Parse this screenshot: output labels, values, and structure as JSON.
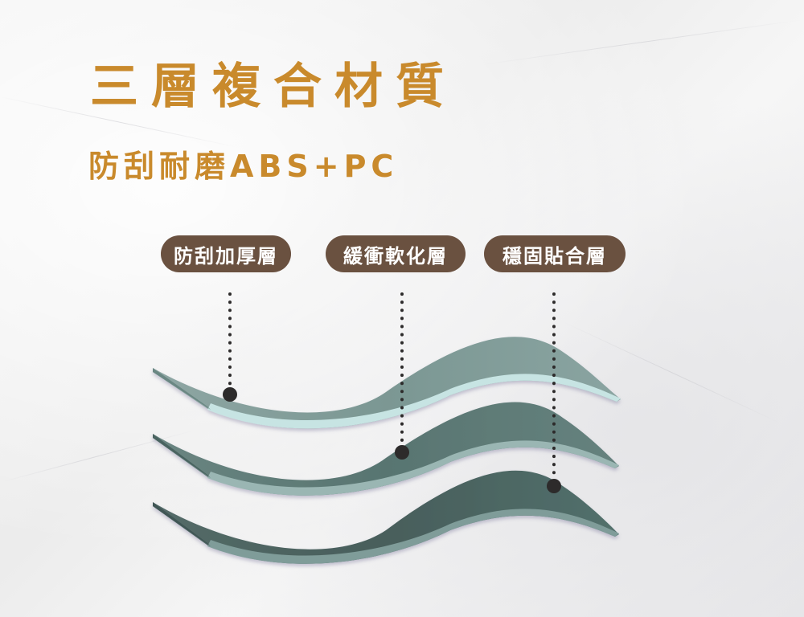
{
  "heading": {
    "title": "三層複合材質",
    "subtitle": "防刮耐磨ABS+PC"
  },
  "layers": [
    {
      "label": "防刮加厚層",
      "color": "#7f9a96",
      "edge": "#c7e4e3"
    },
    {
      "label": "緩衝軟化層",
      "color": "#5e7a76",
      "edge": "#9ab6b3"
    },
    {
      "label": "穩固貼合層",
      "color": "#4d625f",
      "edge": "#7f9c99"
    }
  ],
  "colors": {
    "title": "#c98a2c",
    "pill_background": "#6a5140",
    "pill_text": "#ffffff",
    "pointer": "#2d2b2b"
  }
}
